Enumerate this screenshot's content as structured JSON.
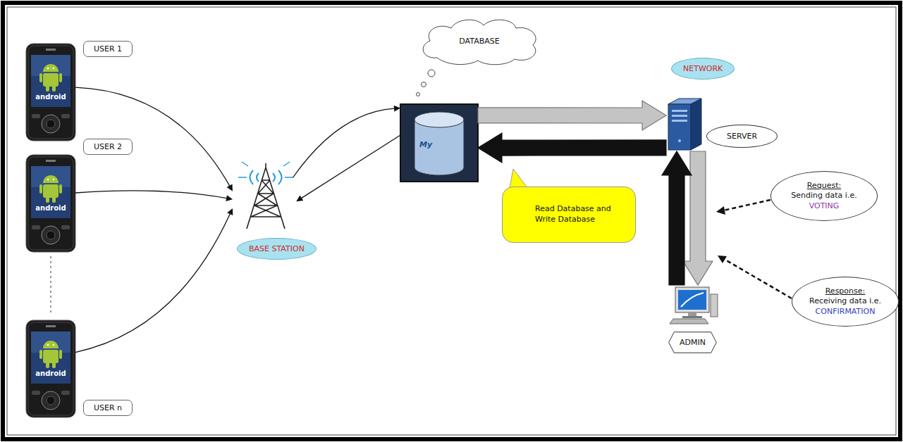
{
  "diagram": {
    "nodes": [
      {
        "text": [
          "USER 1"
        ]
      },
      {
        "text": [
          "USER 2"
        ]
      },
      {
        "text": [
          "USER n"
        ]
      },
      {
        "text": [
          "BASE STATION"
        ]
      },
      {
        "text": [
          "DATABASE"
        ]
      },
      {
        "text": [
          "My"
        ]
      },
      {
        "text": [
          "NETWORK"
        ]
      },
      {
        "text": [
          "SERVER"
        ]
      },
      {
        "text": [
          "Read Database and Write Database"
        ]
      },
      {
        "text": [
          "Request:",
          "Sending data i.e.",
          "VOTING"
        ]
      },
      {
        "text": [
          "Response:",
          "Receiving data i.e.",
          "CONFIRMATION"
        ]
      },
      {
        "text": [
          "ADMIN"
        ]
      }
    ],
    "edges": [
      {
        "from": 0,
        "to": 3,
        "arrow": "to"
      },
      {
        "from": 1,
        "to": 3,
        "arrow": "to"
      },
      {
        "from": 2,
        "to": 3,
        "arrow": "to"
      },
      {
        "from": 3,
        "to": 5,
        "arrow": "to"
      },
      {
        "from": 5,
        "to": 3,
        "arrow": "to"
      },
      {
        "from": 5,
        "to": 7,
        "arrow": "to"
      },
      {
        "from": 7,
        "to": 5,
        "arrow": "to"
      },
      {
        "from": 7,
        "to": 11,
        "arrow": "to"
      },
      {
        "from": 11,
        "to": 7,
        "arrow": "to"
      }
    ],
    "labels": [
      "android",
      "android",
      "android"
    ]
  }
}
